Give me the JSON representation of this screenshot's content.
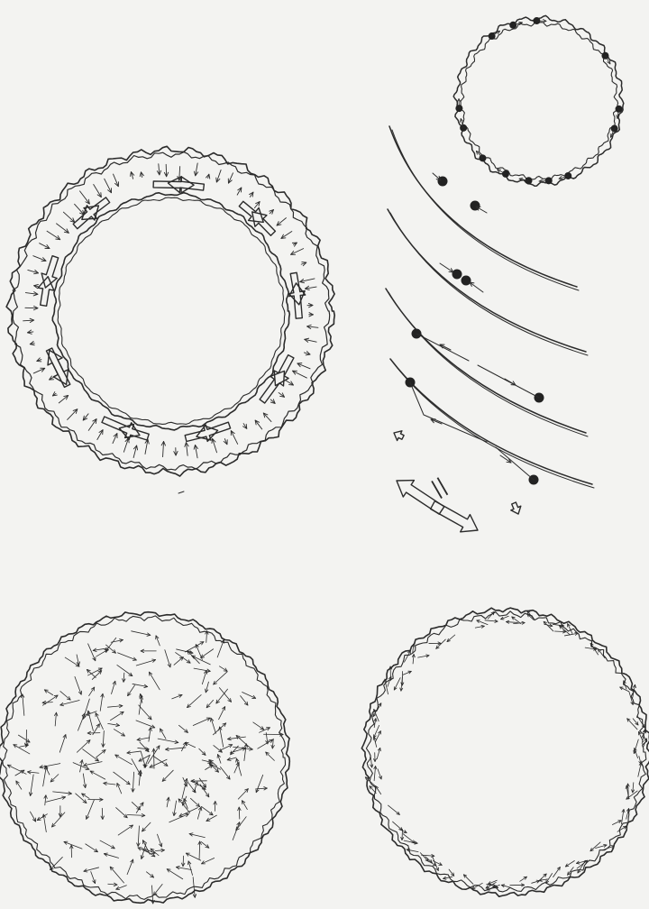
{
  "figure": {
    "panels": [
      {
        "id": "ring-with-arrows",
        "description": ""
      },
      {
        "id": "small-ring-with-motors",
        "description": ""
      },
      {
        "id": "sliding-filament-sequence",
        "description": ""
      },
      {
        "id": "disordered-disk",
        "description": ""
      },
      {
        "id": "cortical-ring",
        "description": ""
      }
    ],
    "inline_mark": "||",
    "colors": {
      "ink": "#2b2b2b",
      "paper": "#f3f3f1",
      "dot": "#222222"
    }
  }
}
